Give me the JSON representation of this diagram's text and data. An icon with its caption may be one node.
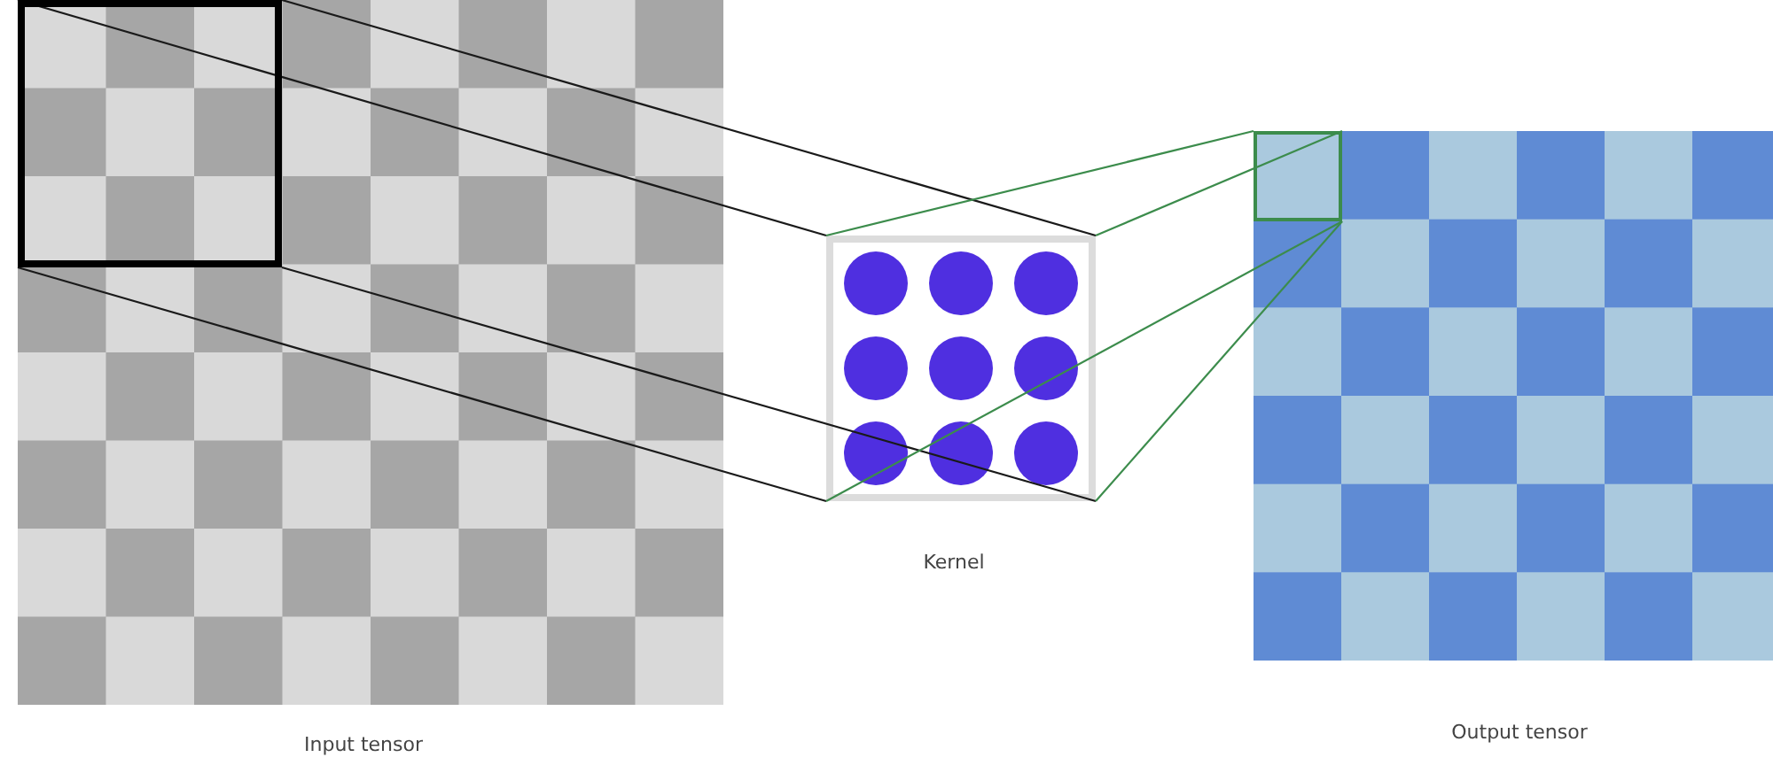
{
  "diagram": {
    "nodes": [
      {
        "text": [],
        "shape": "box",
        "beside": [
          "Input tensor"
        ]
      },
      {
        "text": [],
        "shape": "box",
        "in": 0
      },
      {
        "text": [],
        "shape": "box",
        "beside": [
          "Kernel"
        ]
      },
      {
        "text": [],
        "shape": "box",
        "beside": [
          "Output tensor"
        ]
      },
      {
        "text": [],
        "shape": "box",
        "in": 3
      }
    ],
    "edges": [
      {
        "from": 1,
        "to": 2,
        "arrow": "none"
      },
      {
        "from": 1,
        "to": 2,
        "arrow": "none"
      },
      {
        "from": 1,
        "to": 2,
        "arrow": "none"
      },
      {
        "from": 1,
        "to": 2,
        "arrow": "none"
      },
      {
        "from": 2,
        "to": 4,
        "arrow": "none",
        "color": "#3c8c4c"
      },
      {
        "from": 2,
        "to": 4,
        "arrow": "none",
        "color": "#3c8c4c"
      },
      {
        "from": 2,
        "to": 4,
        "arrow": "none",
        "color": "#3c8c4c"
      },
      {
        "from": 2,
        "to": 4,
        "arrow": "none",
        "color": "#3c8c4c"
      }
    ]
  }
}
